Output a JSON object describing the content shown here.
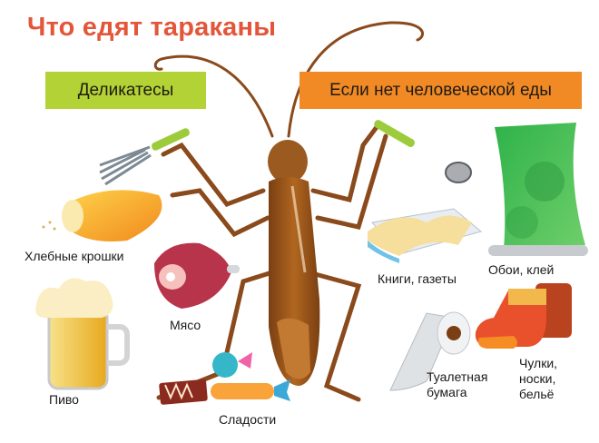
{
  "title": "Что едят тараканы",
  "categories": {
    "delicacies": "Деликатесы",
    "no_human_food": "Если нет человеческой еды"
  },
  "items": {
    "bread_crumbs": "Хлебные крошки",
    "meat": "Мясо",
    "beer": "Пиво",
    "sweets": "Сладости",
    "books_newspapers": "Книги, газеты",
    "wallpaper_glue": "Обои, клей",
    "toilet_paper_line1": "Туалетная",
    "toilet_paper_line2": "бумага",
    "socks_line1": "Чулки,",
    "socks_line2": "носки,",
    "socks_line3": "бельё"
  },
  "colors": {
    "title": "#e3563a",
    "delicacies_bg": "#b2d235",
    "no_human_food_bg": "#f18a25",
    "cockroach": "#9a5a20"
  }
}
